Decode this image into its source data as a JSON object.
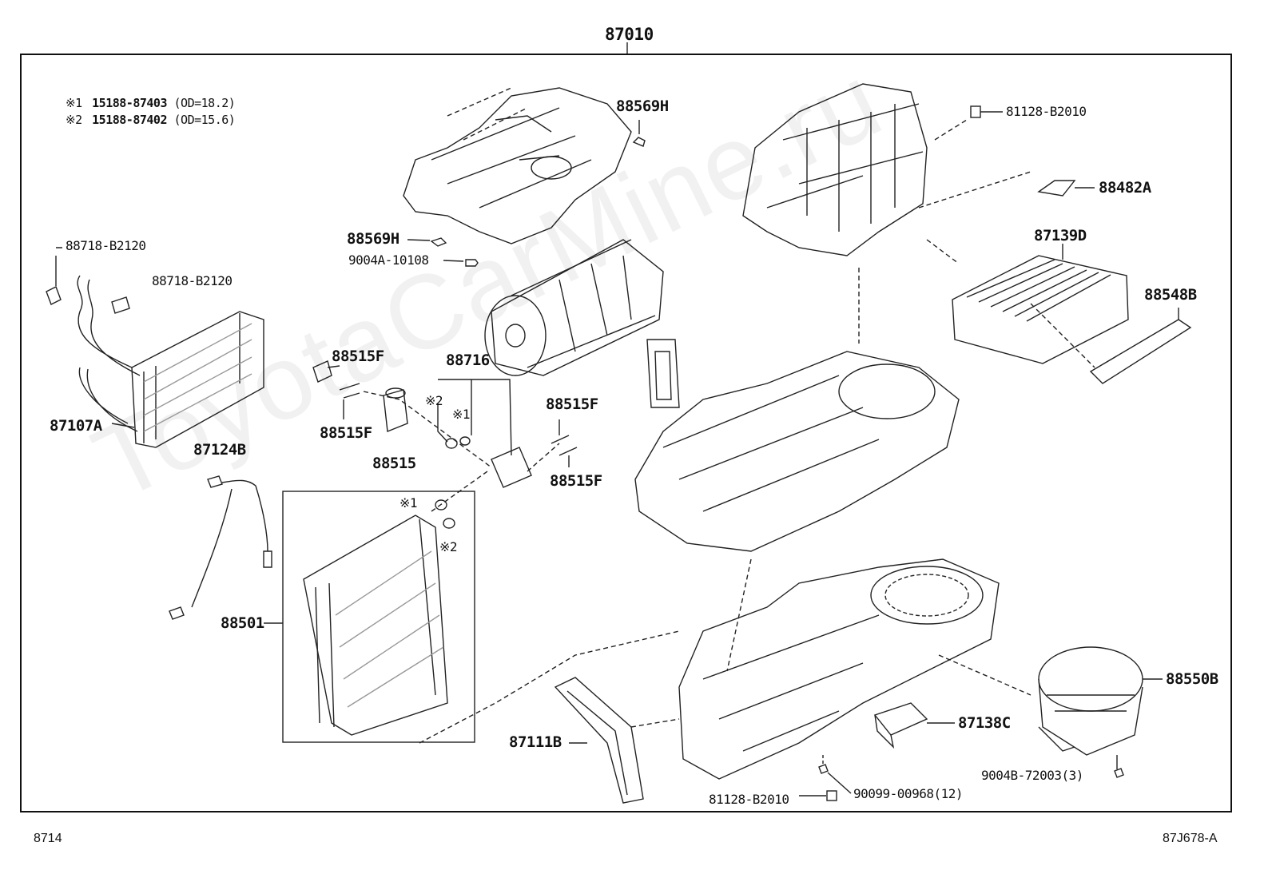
{
  "assembly": {
    "number": "87010"
  },
  "notes": [
    {
      "mark": "※1",
      "part": "15188-87403",
      "spec": "(OD=18.2)"
    },
    {
      "mark": "※2",
      "part": "15188-87402",
      "spec": "(OD=15.6)"
    }
  ],
  "labels": {
    "p88569H_top": "88569H",
    "p88569H_mid": "88569H",
    "p9004A": "9004A-10108",
    "p88718_a": "88718-B2120",
    "p88718_b": "88718-B2120",
    "p88515F_a": "88515F",
    "p88515F_b": "88515F",
    "p88515F_c": "88515F",
    "p88515F_d": "88515F",
    "p88515": "88515",
    "p88716": "88716",
    "p87107A": "87107A",
    "p87124B": "87124B",
    "p88501": "88501",
    "p81128_top": "81128-B2010",
    "p88482A": "88482A",
    "p87139D": "87139D",
    "p88548B": "88548B",
    "p88550B": "88550B",
    "p87138C": "87138C",
    "p87111B": "87111B",
    "p9004B": "9004B-72003(3)",
    "p90099": "90099-00968(12)",
    "p81128_bot": "81128-B2010",
    "m1a": "※1",
    "m2a": "※2",
    "m1b": "※1",
    "m2b": "※2"
  },
  "footer": {
    "page_code": "8714",
    "figure_id": "87J678-A"
  },
  "watermark": "ToyotaCarMine.ru"
}
